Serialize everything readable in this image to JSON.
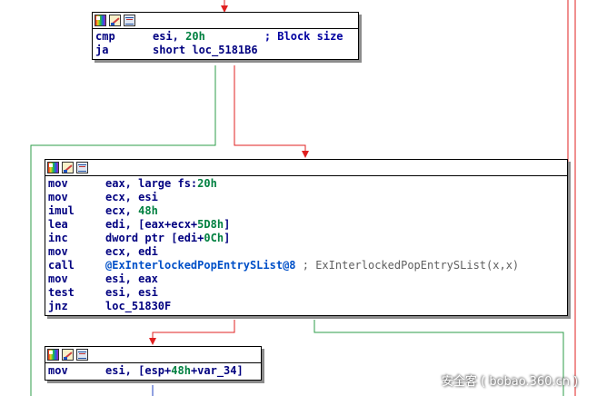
{
  "colors": {
    "edge_true": "#2e9e4a",
    "edge_false": "#e02020",
    "edge_next": "#2040c0",
    "mnemonic": "#000080",
    "hex_literal": "#008040",
    "symbol": "#0050c8",
    "comment": "#606060"
  },
  "header_icons": [
    "palette-icon",
    "edit-icon",
    "graph-icon"
  ],
  "nodes": [
    {
      "id": "block1",
      "lines": [
        {
          "mn": "cmp",
          "op": [
            {
              "t": "esi, "
            },
            {
              "t": "20h",
              "c": "hex"
            }
          ],
          "cm": "; Block size",
          "cmc": "cmt-blue"
        },
        {
          "mn": "ja",
          "op": [
            {
              "t": "short loc_5181B6"
            }
          ]
        }
      ]
    },
    {
      "id": "block2",
      "lines": [
        {
          "mn": "mov",
          "op": [
            {
              "t": "eax, large fs:"
            },
            {
              "t": "20h",
              "c": "hex"
            }
          ]
        },
        {
          "mn": "mov",
          "op": [
            {
              "t": "ecx, esi"
            }
          ]
        },
        {
          "mn": "imul",
          "op": [
            {
              "t": "ecx, "
            },
            {
              "t": "48h",
              "c": "hex"
            }
          ]
        },
        {
          "mn": "lea",
          "op": [
            {
              "t": "edi, [eax+ecx+"
            },
            {
              "t": "5D8h",
              "c": "hex"
            },
            {
              "t": "]"
            }
          ]
        },
        {
          "mn": "inc",
          "op": [
            {
              "t": "dword ptr [edi+"
            },
            {
              "t": "0Ch",
              "c": "hex"
            },
            {
              "t": "]"
            }
          ]
        },
        {
          "mn": "mov",
          "op": [
            {
              "t": "ecx, edi"
            }
          ]
        },
        {
          "mn": "call",
          "op": [
            {
              "t": "@ExInterlockedPopEntrySList@8",
              "c": "sym"
            }
          ],
          "cm": " ; ExInterlockedPopEntrySList(x,x)",
          "cmc": "cmt"
        },
        {
          "mn": "mov",
          "op": [
            {
              "t": "esi, eax"
            }
          ]
        },
        {
          "mn": "test",
          "op": [
            {
              "t": "esi, esi"
            }
          ]
        },
        {
          "mn": "jnz",
          "op": [
            {
              "t": "loc_51830F"
            }
          ]
        }
      ]
    },
    {
      "id": "block3",
      "lines": [
        {
          "mn": "mov",
          "op": [
            {
              "t": "esi, [esp+"
            },
            {
              "t": "48h",
              "c": "hex"
            },
            {
              "t": "+var_34]"
            }
          ]
        }
      ]
    }
  ],
  "watermark": "安全客 ( bobao.360.cn )"
}
